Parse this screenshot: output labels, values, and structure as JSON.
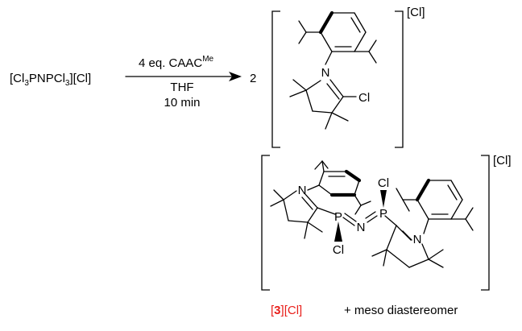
{
  "reactant": {
    "prefix": "[Cl",
    "sub1": "3",
    "mid": "PNPCl",
    "sub2": "3",
    "suffix": "][Cl]"
  },
  "arrow": {
    "reagent_main": "4 eq. CAAC",
    "reagent_sup": "Me",
    "solvent": "THF",
    "time": "10 min"
  },
  "product1": {
    "coefficient": "2",
    "counterion": "[Cl]",
    "atoms": {
      "n": "N",
      "cl": "Cl"
    }
  },
  "product2": {
    "counterion": "[Cl]",
    "atoms": {
      "n1": "N",
      "n2": "N",
      "n3": "N",
      "p1": "P",
      "p2": "P",
      "cl1": "Cl",
      "cl2": "Cl"
    }
  },
  "caption": {
    "compound_open": "[",
    "compound_number": "3",
    "compound_close": "]",
    "compound_counterion": "[Cl]",
    "compound_color": "#e8201c",
    "note": "+ meso diastereomer"
  }
}
